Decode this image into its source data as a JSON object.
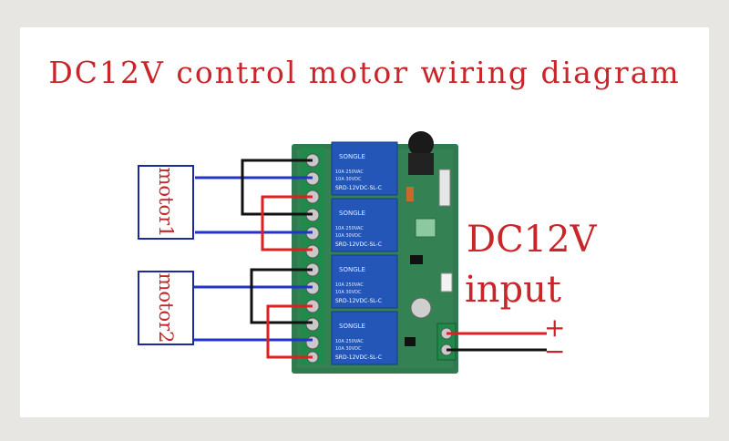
{
  "title": "DC12V control motor wiring diagram",
  "motors": [
    {
      "label": "motor1"
    },
    {
      "label": "motor2"
    }
  ],
  "power": {
    "line1": "DC12V",
    "line2": "input",
    "plus": "+",
    "minus": "−"
  },
  "relay_markings": {
    "brand": "SONGLE",
    "model": "SRD-12VDC-SL-C",
    "rating1": "10A 250VAC",
    "rating2": "10A 30VDC"
  },
  "colors": {
    "title": "#c8262a",
    "board": "#2f7a4e",
    "relay": "#2456b8",
    "wire_blue": "#2233cc",
    "wire_red": "#e02020",
    "wire_black": "#111111"
  }
}
